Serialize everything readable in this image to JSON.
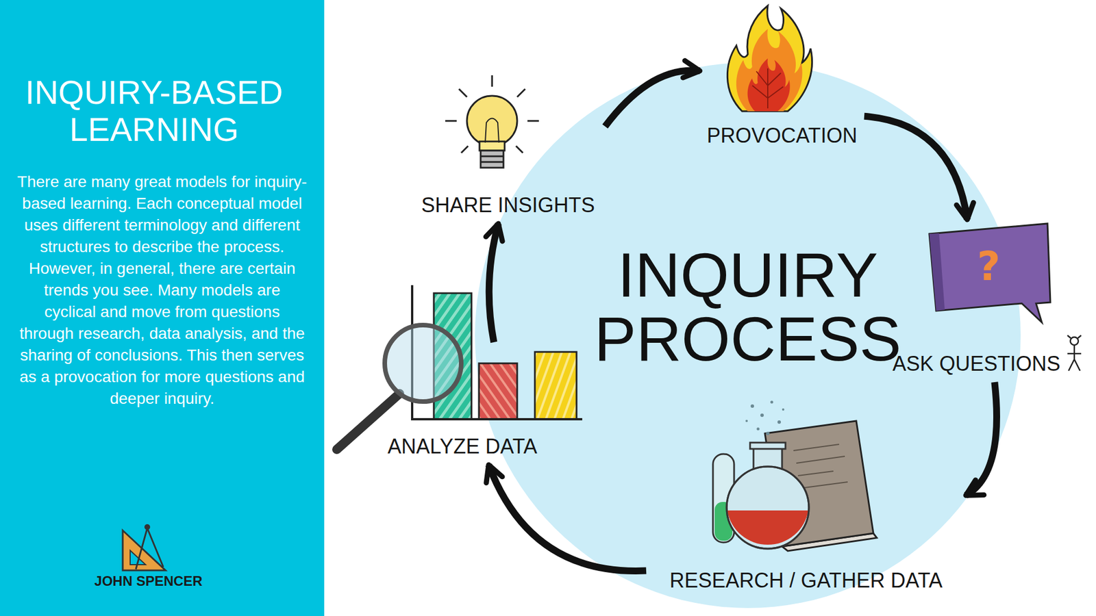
{
  "diagram": {
    "title": "INQUIRY-BASED LEARNING",
    "nodes": [
      {
        "text": [
          "INQUIRY PROCESS"
        ]
      },
      {
        "text": [
          "PROVOCATION"
        ]
      },
      {
        "text": [
          "ASK QUESTIONS"
        ]
      },
      {
        "text": [
          "RESEARCH / GATHER DATA"
        ]
      },
      {
        "text": [
          "ANALYZE DATA"
        ]
      },
      {
        "text": [
          "SHARE INSIGHTS"
        ]
      }
    ],
    "edges": [
      {
        "from": 1,
        "to": 2,
        "arrow": "to"
      },
      {
        "from": 2,
        "to": 3,
        "arrow": "to"
      },
      {
        "from": 3,
        "to": 4,
        "arrow": "to"
      },
      {
        "from": 4,
        "to": 5,
        "arrow": "to"
      },
      {
        "from": 5,
        "to": 1,
        "arrow": "to"
      }
    ],
    "labels": [
      "There are many great models for inquiry-based learning. Each conceptual model uses different terminology and different structures to describe the process. However, in general, there are certain trends you see. Many models are cyclical and move from questions through research, data analysis, and the sharing of conclusions. This then serves as a provocation for more questions and deeper inquiry.",
      "JOHN SPENCER",
      "?"
    ]
  }
}
